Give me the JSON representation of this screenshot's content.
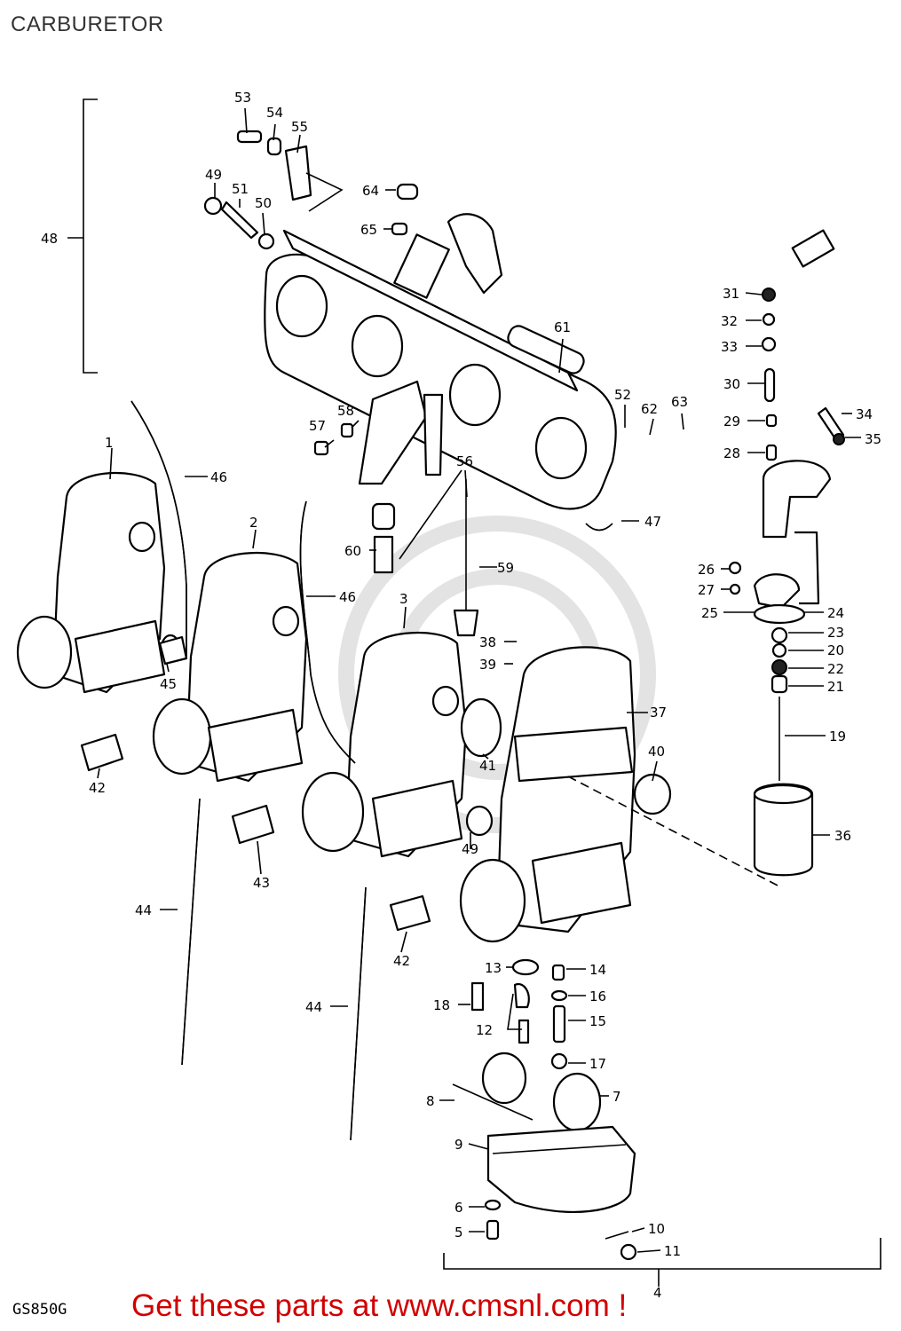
{
  "header": {
    "title": "CARBURETOR",
    "model": "GS850G"
  },
  "footer": {
    "promo": "Get these parts at www.cmsnl.com !"
  },
  "callouts": {
    "c1": "1",
    "c2": "2",
    "c3": "3",
    "c4": "4",
    "c5": "5",
    "c6": "6",
    "c7": "7",
    "c8": "8",
    "c9": "9",
    "c10": "10",
    "c11": "11",
    "c12": "12",
    "c13": "13",
    "c14": "14",
    "c15": "15",
    "c16": "16",
    "c17": "17",
    "c18": "18",
    "c19": "19",
    "c20": "20",
    "c21": "21",
    "c22": "22",
    "c23": "23",
    "c24": "24",
    "c25": "25",
    "c26": "26",
    "c27": "27",
    "c28": "28",
    "c29": "29",
    "c30": "30",
    "c31": "31",
    "c32": "32",
    "c33": "33",
    "c34": "34",
    "c35": "35",
    "c36": "36",
    "c37": "37",
    "c38": "38",
    "c39": "39",
    "c40": "40",
    "c41": "41",
    "c42a": "42",
    "c42b": "42",
    "c43": "43",
    "c44a": "44",
    "c44b": "44",
    "c45": "45",
    "c46a": "46",
    "c46b": "46",
    "c47": "47",
    "c48": "48",
    "c49a": "49",
    "c49b": "49",
    "c50": "50",
    "c51": "51",
    "c52": "52",
    "c53": "53",
    "c54": "54",
    "c55": "55",
    "c56": "56",
    "c57": "57",
    "c58": "58",
    "c59": "59",
    "c60": "60",
    "c61": "61",
    "c62": "62",
    "c63": "63",
    "c64": "64",
    "c65": "65"
  }
}
